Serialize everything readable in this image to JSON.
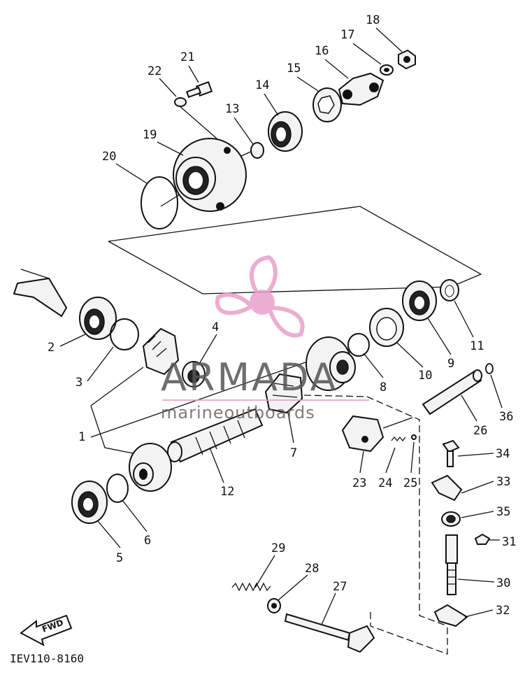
{
  "diagram": {
    "drawing_code": "IEV110-8160",
    "fwd_label": "FWD",
    "watermark": {
      "brand": "ARMADA",
      "tagline": "marineoutboards"
    },
    "callouts": [
      "1",
      "2",
      "3",
      "4",
      "5",
      "6",
      "7",
      "8",
      "9",
      "10",
      "11",
      "12",
      "13",
      "14",
      "15",
      "16",
      "17",
      "18",
      "19",
      "20",
      "21",
      "22",
      "23",
      "24",
      "25",
      "26",
      "27",
      "28",
      "29",
      "30",
      "31",
      "32",
      "33",
      "34",
      "35",
      "36"
    ]
  }
}
